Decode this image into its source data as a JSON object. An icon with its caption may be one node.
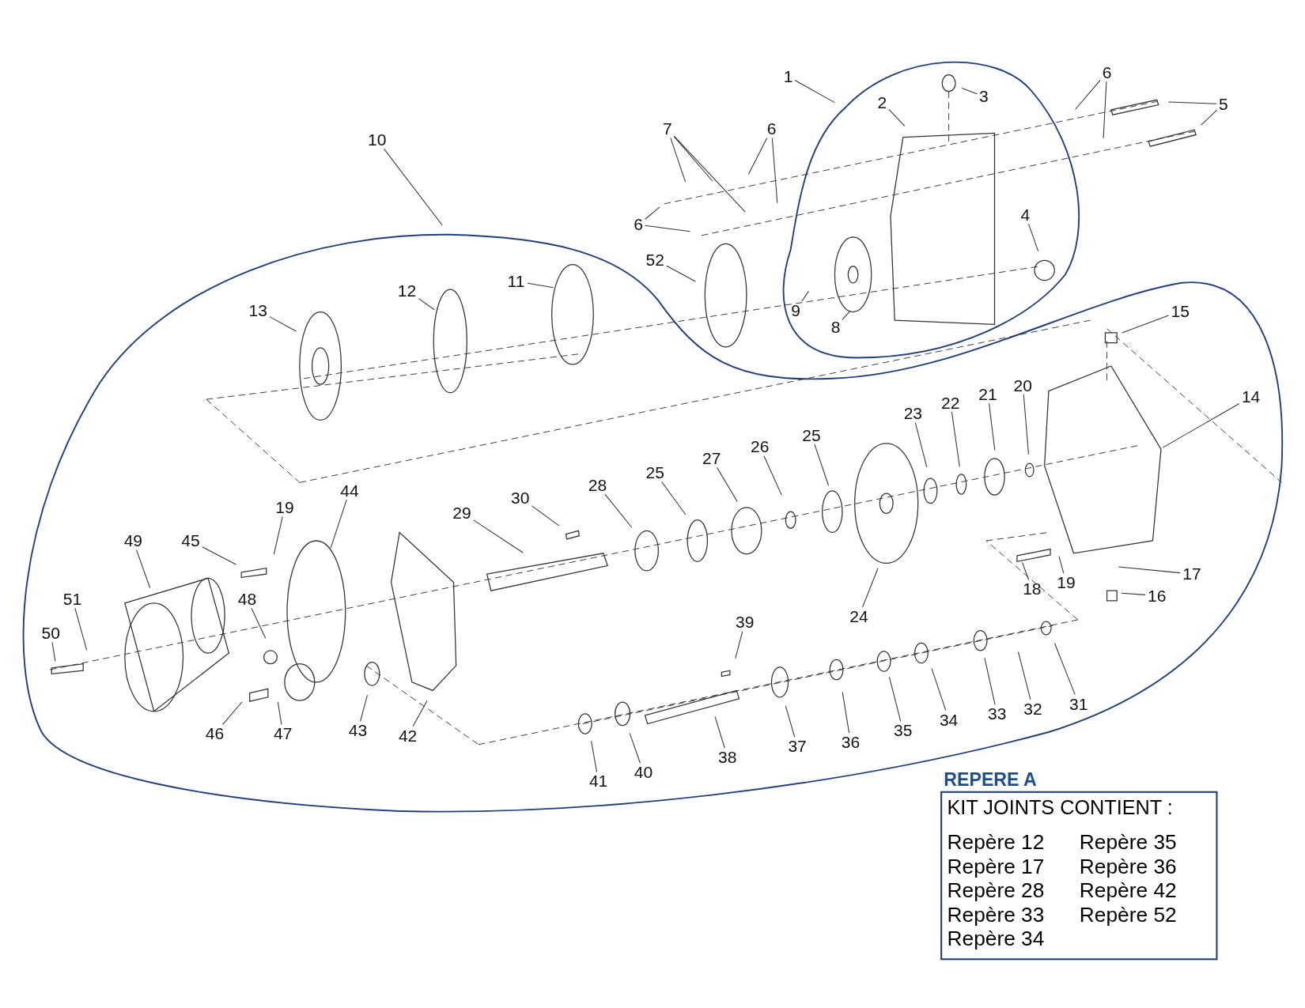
{
  "diagram": {
    "nodes": [
      {
        "text": [
          "1"
        ]
      },
      {
        "text": [
          "2"
        ]
      },
      {
        "text": [
          "3"
        ]
      },
      {
        "text": [
          "6"
        ]
      },
      {
        "text": [
          "5"
        ]
      },
      {
        "text": [
          "10"
        ]
      },
      {
        "text": [
          "7"
        ]
      },
      {
        "text": [
          "6"
        ]
      },
      {
        "text": [
          "6"
        ]
      },
      {
        "text": [
          "4"
        ]
      },
      {
        "text": [
          "52"
        ]
      },
      {
        "text": [
          "9"
        ]
      },
      {
        "text": [
          "8"
        ]
      },
      {
        "text": [
          "11"
        ]
      },
      {
        "text": [
          "12"
        ]
      },
      {
        "text": [
          "13"
        ]
      },
      {
        "text": [
          "15"
        ]
      },
      {
        "text": [
          "14"
        ]
      },
      {
        "text": [
          "23"
        ]
      },
      {
        "text": [
          "22"
        ]
      },
      {
        "text": [
          "21"
        ]
      },
      {
        "text": [
          "20"
        ]
      },
      {
        "text": [
          "26"
        ]
      },
      {
        "text": [
          "25"
        ]
      },
      {
        "text": [
          "27"
        ]
      },
      {
        "text": [
          "25"
        ]
      },
      {
        "text": [
          "28"
        ]
      },
      {
        "text": [
          "30"
        ]
      },
      {
        "text": [
          "29"
        ]
      },
      {
        "text": [
          "19"
        ]
      },
      {
        "text": [
          "44"
        ]
      },
      {
        "text": [
          "49"
        ]
      },
      {
        "text": [
          "45"
        ]
      },
      {
        "text": [
          "51"
        ]
      },
      {
        "text": [
          "48"
        ]
      },
      {
        "text": [
          "50"
        ]
      },
      {
        "text": [
          "17"
        ]
      },
      {
        "text": [
          "18"
        ]
      },
      {
        "text": [
          "19"
        ]
      },
      {
        "text": [
          "16"
        ]
      },
      {
        "text": [
          "39"
        ]
      },
      {
        "text": [
          "24"
        ]
      },
      {
        "text": [
          "46"
        ]
      },
      {
        "text": [
          "47"
        ]
      },
      {
        "text": [
          "43"
        ]
      },
      {
        "text": [
          "42"
        ]
      },
      {
        "text": [
          "31"
        ]
      },
      {
        "text": [
          "32"
        ]
      },
      {
        "text": [
          "33"
        ]
      },
      {
        "text": [
          "34"
        ]
      },
      {
        "text": [
          "35"
        ]
      },
      {
        "text": [
          "36"
        ]
      },
      {
        "text": [
          "37"
        ]
      },
      {
        "text": [
          "38"
        ]
      },
      {
        "text": [
          "40"
        ]
      },
      {
        "text": [
          "41"
        ]
      },
      {
        "text": [
          "REPERE A",
          "KIT JOINTS CONTIENT :",
          "Repère 12",
          "Repère 35",
          "Repère 17",
          "Repère 36",
          "Repère 28",
          "Repère 42",
          "Repère 33",
          "Repère 52",
          "Repère 34"
        ]
      }
    ],
    "edges": [
      {
        "from": 0,
        "to": null,
        "arrow": "none"
      },
      {
        "from": 1,
        "to": null,
        "arrow": "none"
      },
      {
        "from": 2,
        "to": null,
        "arrow": "none"
      },
      {
        "from": 3,
        "to": null,
        "arrow": "none"
      },
      {
        "from": 3,
        "to": null,
        "arrow": "none"
      },
      {
        "from": 4,
        "to": null,
        "arrow": "none"
      },
      {
        "from": 4,
        "to": null,
        "arrow": "none"
      },
      {
        "from": 5,
        "to": null,
        "arrow": "none"
      },
      {
        "from": 6,
        "to": null,
        "arrow": "none"
      },
      {
        "from": 6,
        "to": null,
        "arrow": "none"
      },
      {
        "from": 6,
        "to": null,
        "arrow": "none"
      },
      {
        "from": 7,
        "to": null,
        "arrow": "none"
      },
      {
        "from": 7,
        "to": null,
        "arrow": "none"
      },
      {
        "from": 8,
        "to": null,
        "arrow": "none"
      },
      {
        "from": 8,
        "to": null,
        "arrow": "none"
      },
      {
        "from": 9,
        "to": null,
        "arrow": "none"
      },
      {
        "from": 10,
        "to": null,
        "arrow": "none"
      },
      {
        "from": 11,
        "to": null,
        "arrow": "none"
      },
      {
        "from": 12,
        "to": null,
        "arrow": "none"
      },
      {
        "from": 13,
        "to": null,
        "arrow": "none"
      },
      {
        "from": 14,
        "to": null,
        "arrow": "none"
      },
      {
        "from": 15,
        "to": null,
        "arrow": "none"
      },
      {
        "from": 16,
        "to": null,
        "arrow": "none"
      },
      {
        "from": 17,
        "to": null,
        "arrow": "none"
      },
      {
        "from": 18,
        "to": null,
        "arrow": "none"
      },
      {
        "from": 19,
        "to": null,
        "arrow": "none"
      },
      {
        "from": 20,
        "to": null,
        "arrow": "none"
      },
      {
        "from": 21,
        "to": null,
        "arrow": "none"
      },
      {
        "from": 22,
        "to": null,
        "arrow": "none"
      },
      {
        "from": 23,
        "to": null,
        "arrow": "none"
      },
      {
        "from": 24,
        "to": null,
        "arrow": "none"
      },
      {
        "from": 25,
        "to": null,
        "arrow": "none"
      },
      {
        "from": 26,
        "to": null,
        "arrow": "none"
      },
      {
        "from": 27,
        "to": null,
        "arrow": "none"
      },
      {
        "from": 28,
        "to": null,
        "arrow": "none"
      },
      {
        "from": 29,
        "to": null,
        "arrow": "none"
      },
      {
        "from": 30,
        "to": null,
        "arrow": "none"
      },
      {
        "from": 31,
        "to": null,
        "arrow": "none"
      },
      {
        "from": 32,
        "to": null,
        "arrow": "none"
      },
      {
        "from": 33,
        "to": null,
        "arrow": "none"
      },
      {
        "from": 34,
        "to": null,
        "arrow": "none"
      },
      {
        "from": 35,
        "to": null,
        "arrow": "none"
      },
      {
        "from": 36,
        "to": null,
        "arrow": "none"
      },
      {
        "from": 37,
        "to": null,
        "arrow": "none"
      },
      {
        "from": 38,
        "to": null,
        "arrow": "none"
      },
      {
        "from": 39,
        "to": null,
        "arrow": "none"
      },
      {
        "from": 40,
        "to": null,
        "arrow": "none"
      },
      {
        "from": 41,
        "to": null,
        "arrow": "none"
      },
      {
        "from": 42,
        "to": null,
        "arrow": "none"
      },
      {
        "from": 43,
        "to": null,
        "arrow": "none"
      },
      {
        "from": 44,
        "to": null,
        "arrow": "none"
      },
      {
        "from": 45,
        "to": null,
        "arrow": "none"
      },
      {
        "from": 46,
        "to": null,
        "arrow": "none"
      },
      {
        "from": 47,
        "to": null,
        "arrow": "none"
      },
      {
        "from": 48,
        "to": null,
        "arrow": "none"
      },
      {
        "from": 49,
        "to": null,
        "arrow": "none"
      },
      {
        "from": 50,
        "to": null,
        "arrow": "none"
      },
      {
        "from": 51,
        "to": null,
        "arrow": "none"
      },
      {
        "from": 52,
        "to": null,
        "arrow": "none"
      },
      {
        "from": 53,
        "to": null,
        "arrow": "none"
      },
      {
        "from": 54,
        "to": null,
        "arrow": "none"
      },
      {
        "from": 55,
        "to": null,
        "arrow": "none"
      }
    ]
  }
}
